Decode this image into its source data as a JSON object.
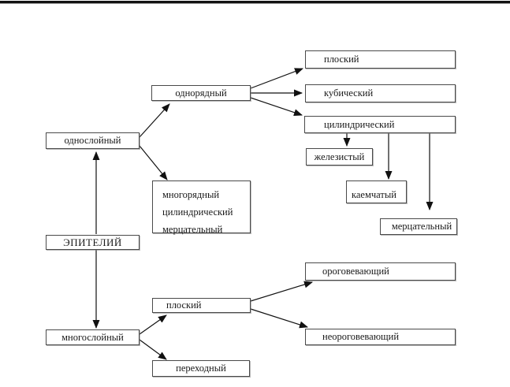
{
  "page": {
    "background": "#ffffff",
    "top_rule_color": "#111111",
    "box_border_color": "#4a4a4a",
    "text_color": "#1a1a1a"
  },
  "diagram": {
    "nodes": {
      "epithelium": "ЭПИТЕЛИЙ",
      "single_layer": "однослойный",
      "multi_layer": "многослойный",
      "single_row": "однорядный",
      "multi_row_lines": [
        "многорядный",
        "цилиндрический",
        "мерцательный"
      ],
      "flat_top": "плоский",
      "cubic": "кубический",
      "cylindrical": "цилиндрический",
      "glandular": "железистый",
      "brush_border": "каемчатый",
      "ciliated": "мерцательный",
      "flat_bottom": "плоский",
      "keratinizing": "ороговевающий",
      "non_keratinizing": "неороговевающий",
      "transitional": "переходный"
    },
    "edges": [
      {
        "from": "epithelium",
        "to": "single_layer"
      },
      {
        "from": "epithelium",
        "to": "multi_layer"
      },
      {
        "from": "single_layer",
        "to": "single_row"
      },
      {
        "from": "single_layer",
        "to": "multi_row"
      },
      {
        "from": "single_row",
        "to": "flat_top"
      },
      {
        "from": "single_row",
        "to": "cubic"
      },
      {
        "from": "single_row",
        "to": "cylindrical"
      },
      {
        "from": "cylindrical",
        "to": "glandular"
      },
      {
        "from": "cylindrical",
        "to": "brush_border"
      },
      {
        "from": "cylindrical",
        "to": "ciliated"
      },
      {
        "from": "multi_layer",
        "to": "flat_bottom"
      },
      {
        "from": "multi_layer",
        "to": "transitional"
      },
      {
        "from": "flat_bottom",
        "to": "keratinizing"
      },
      {
        "from": "flat_bottom",
        "to": "non_keratinizing"
      }
    ]
  }
}
